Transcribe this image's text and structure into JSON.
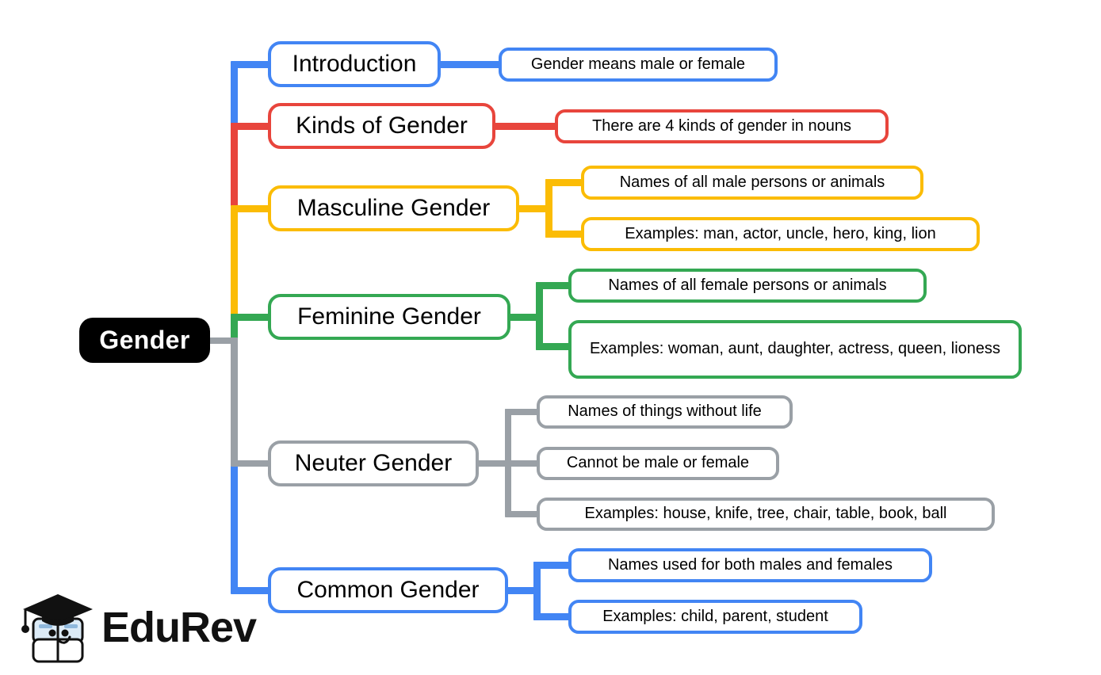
{
  "diagram": {
    "type": "mind-map",
    "title": "Gender",
    "root": {
      "label": "Gender",
      "color": "#000000",
      "text_color": "#ffffff"
    },
    "colors": {
      "blue": "#4285F4",
      "red": "#E8453C",
      "yellow": "#FBBC05",
      "green": "#34A853",
      "gray": "#9AA0A6",
      "background": "#FFFFFF",
      "text": "#000000"
    },
    "branches": [
      {
        "label": "Introduction",
        "color": "#4285F4",
        "children": [
          {
            "label": "Gender means male or female"
          }
        ]
      },
      {
        "label": "Kinds of Gender",
        "color": "#E8453C",
        "children": [
          {
            "label": "There are 4 kinds of gender in nouns"
          }
        ]
      },
      {
        "label": "Masculine Gender",
        "color": "#FBBC05",
        "children": [
          {
            "label": "Names of all male persons or animals"
          },
          {
            "label": "Examples: man, actor, uncle, hero, king, lion"
          }
        ]
      },
      {
        "label": "Feminine Gender",
        "color": "#34A853",
        "children": [
          {
            "label": "Names of all female persons or animals"
          },
          {
            "label": "Examples: woman, aunt, daughter, actress, queen, lioness"
          }
        ]
      },
      {
        "label": "Neuter Gender",
        "color": "#9AA0A6",
        "children": [
          {
            "label": "Names of things without life"
          },
          {
            "label": "Cannot be male or female"
          },
          {
            "label": "Examples: house, knife, tree, chair, table, book, ball"
          }
        ]
      },
      {
        "label": "Common Gender",
        "color": "#4285F4",
        "children": [
          {
            "label": "Names used for both males and females"
          },
          {
            "label": "Examples: child, parent, student"
          }
        ]
      }
    ]
  },
  "logo": {
    "name": "EduRev",
    "icon": "graduation-cap-book-logo"
  }
}
